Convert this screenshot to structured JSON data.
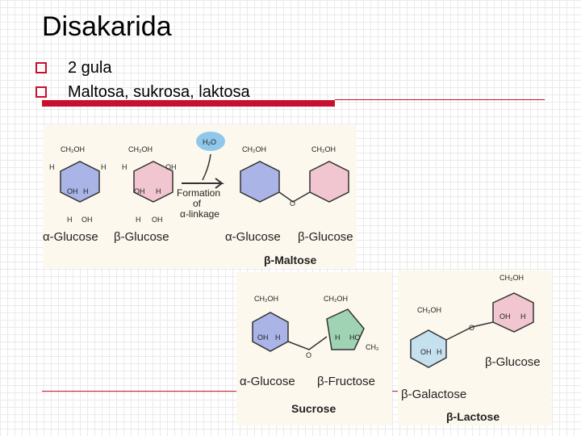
{
  "slide": {
    "title": "Disakarida",
    "bullets": [
      "2 gula",
      "Maltosa, sukrosa, laktosa"
    ]
  },
  "maltose_panel": {
    "alpha_glucose": "α-Glucose",
    "beta_glucose": "β-Glucose",
    "alpha_glucose_2": "α-Glucose",
    "beta_glucose_2": "β-Glucose",
    "water": "H₂O",
    "formation_1": "Formation",
    "formation_2": "of",
    "formation_3": "α-linkage",
    "product": "β-Maltose",
    "ch2oh": "CH₂OH"
  },
  "sucrose_panel": {
    "alpha_glucose": "α-Glucose",
    "beta_fructose": "β-Fructose",
    "product": "Sucrose",
    "ch2oh": "CH₂OH"
  },
  "lactose_panel": {
    "beta_galactose": "β-Galactose",
    "beta_glucose": "β-Glucose",
    "product": "β-Lactose",
    "ch2oh": "CH₂OH"
  },
  "colors": {
    "accent": "#c8102e",
    "glucose_alpha": "#aab4e6",
    "glucose_beta": "#f1c6d1",
    "fructose": "#9fd3b4",
    "galactose": "#c5e0ee",
    "water": "#8fc8ea",
    "panel_bg": "#fdf8ee"
  }
}
